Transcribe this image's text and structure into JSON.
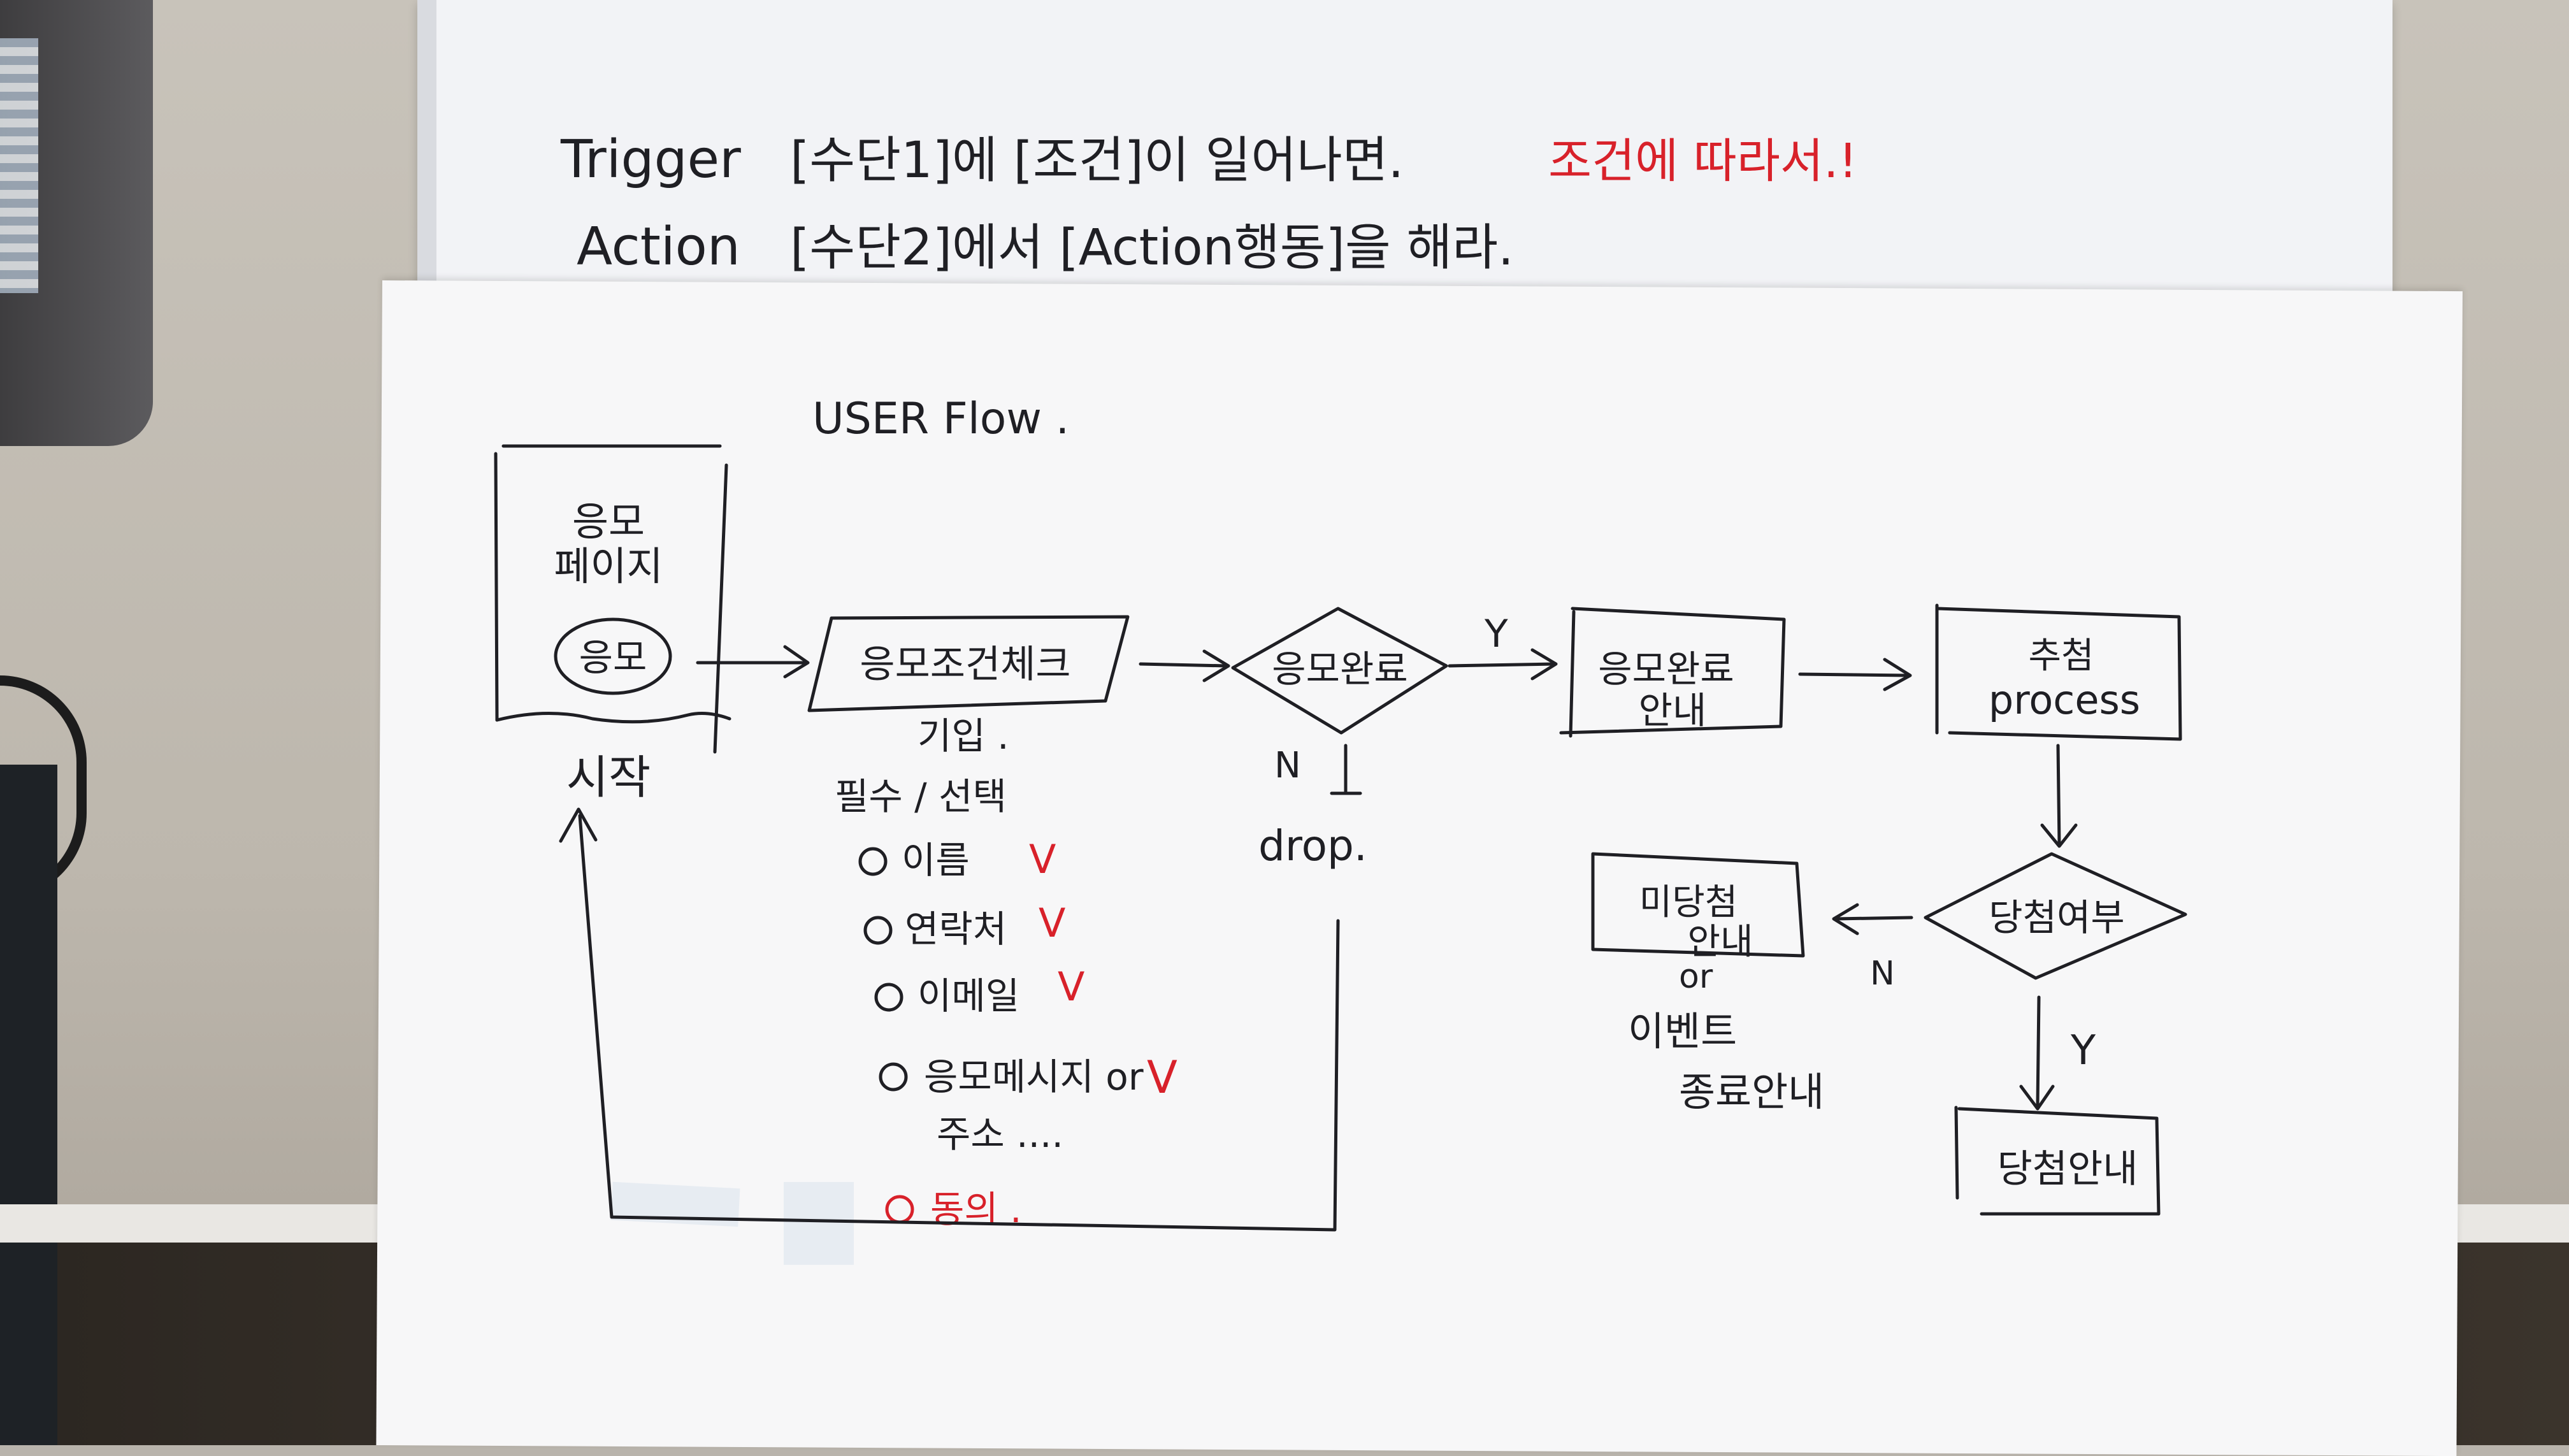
{
  "top_note": {
    "line1_label": "Trigger",
    "line1_text": "[수단1]에 [조건]이 일어나면.",
    "line1_red": "조건에 따라서.!",
    "line2_label": "Action",
    "line2_text": "[수단2]에서 [Action행동]을 해라."
  },
  "diagram": {
    "title": "USER Flow .",
    "nodes": {
      "start_box": {
        "line1": "응모",
        "line2": "페이지",
        "button": "응모",
        "caption": "시작"
      },
      "entry_box": {
        "label": "응모조건체크"
      },
      "entry_notes": {
        "l1": "기입 .",
        "l2": "필수 / 선택",
        "items": [
          {
            "text": "이름",
            "red": false
          },
          {
            "text": "연락처",
            "red": false
          },
          {
            "text": "이메일",
            "red": false
          },
          {
            "text": "응모메시지 or",
            "red": false
          },
          {
            "text": "주소 ....",
            "red": false
          },
          {
            "text": "동의 .",
            "red": true
          }
        ],
        "check": "V"
      },
      "decision1": {
        "label": "응모완료",
        "yes": "Y",
        "no": "N",
        "no_result": "drop."
      },
      "complete_box": {
        "line1": "응모완료",
        "line2": "안내"
      },
      "process_box": {
        "line1": "추첨",
        "line2": "process"
      },
      "decision2": {
        "label": "당첨여부",
        "yes": "Y",
        "no": "N"
      },
      "nonwin_box": {
        "line1": "미당첨",
        "line2": "안내"
      },
      "nonwin_notes": {
        "l1": "or",
        "l2": "이벤트",
        "l3": "종료안내"
      },
      "win_box": {
        "label": "당첨안내"
      }
    }
  },
  "colors": {
    "ink": "#1f1f24",
    "red_ink": "#d8212a",
    "paper": "#f7f7f8"
  }
}
